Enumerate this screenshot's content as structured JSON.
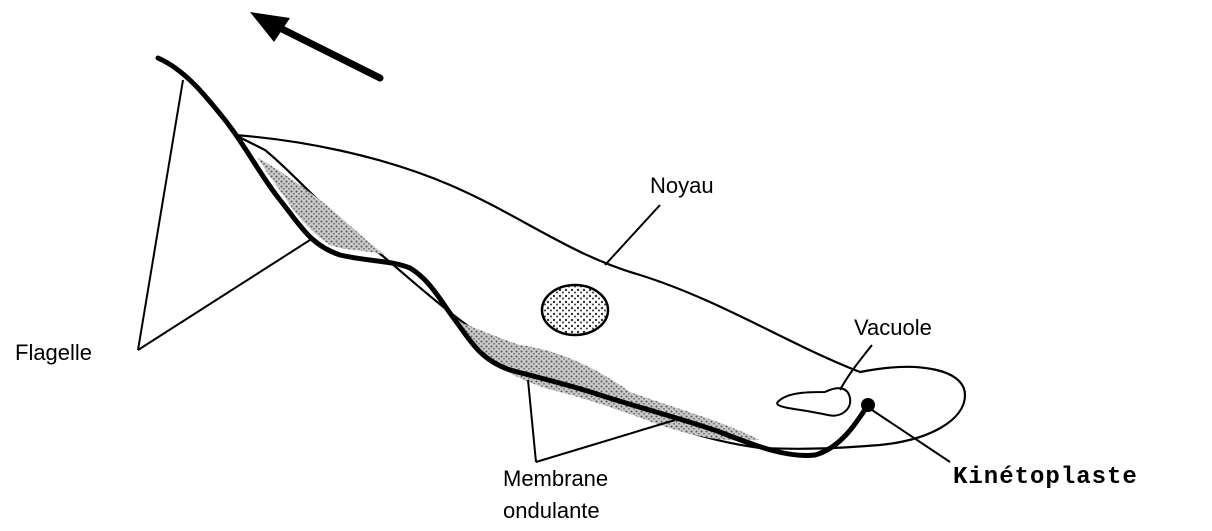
{
  "labels": {
    "noyau": "Noyau",
    "vacuole": "Vacuole",
    "flagelle": "Flagelle",
    "membrane_line1": "Membrane",
    "membrane_line2": "ondulante",
    "kinetoplaste": "Kinétoplaste"
  },
  "colors": {
    "ink": "#000000",
    "background": "#ffffff",
    "stipple": "#555555"
  }
}
